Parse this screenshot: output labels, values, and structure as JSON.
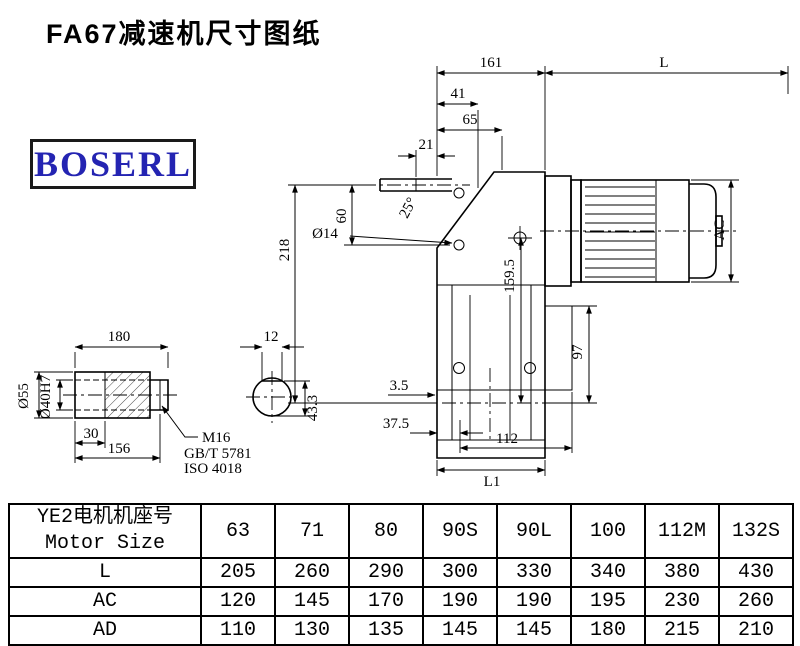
{
  "title": "FA67减速机尺寸图纸",
  "logo": "BOSERL",
  "drawing": {
    "dims": {
      "w161": "161",
      "motor_l": "L",
      "d41": "41",
      "d65": "65",
      "d21": "21",
      "d60": "60",
      "d218": "218",
      "dia14": "Ø14",
      "ang25": "25°",
      "d159_5": "159.5",
      "ac": "AC",
      "d97": "97",
      "d3_5": "3.5",
      "d37_5": "37.5",
      "d112": "112",
      "l1": "L1",
      "d180": "180",
      "d12": "12",
      "dia55": "Ø55",
      "dia40": "Ø40H7",
      "d30": "30",
      "d156": "156",
      "d43_3": "43.3",
      "m16": "M16",
      "gb": "GB/T 5781",
      "iso": "ISO 4018"
    }
  },
  "table": {
    "header": {
      "line1": "YE2电机机座号",
      "line2": "Motor Size"
    },
    "columns": [
      "63",
      "71",
      "80",
      "90S",
      "90L",
      "100",
      "112M",
      "132S"
    ],
    "rows": [
      {
        "label": "L",
        "values": [
          "205",
          "260",
          "290",
          "300",
          "330",
          "340",
          "380",
          "430"
        ]
      },
      {
        "label": "AC",
        "values": [
          "120",
          "145",
          "170",
          "190",
          "190",
          "195",
          "230",
          "260"
        ]
      },
      {
        "label": "AD",
        "values": [
          "110",
          "130",
          "135",
          "145",
          "145",
          "180",
          "215",
          "210"
        ]
      }
    ]
  }
}
